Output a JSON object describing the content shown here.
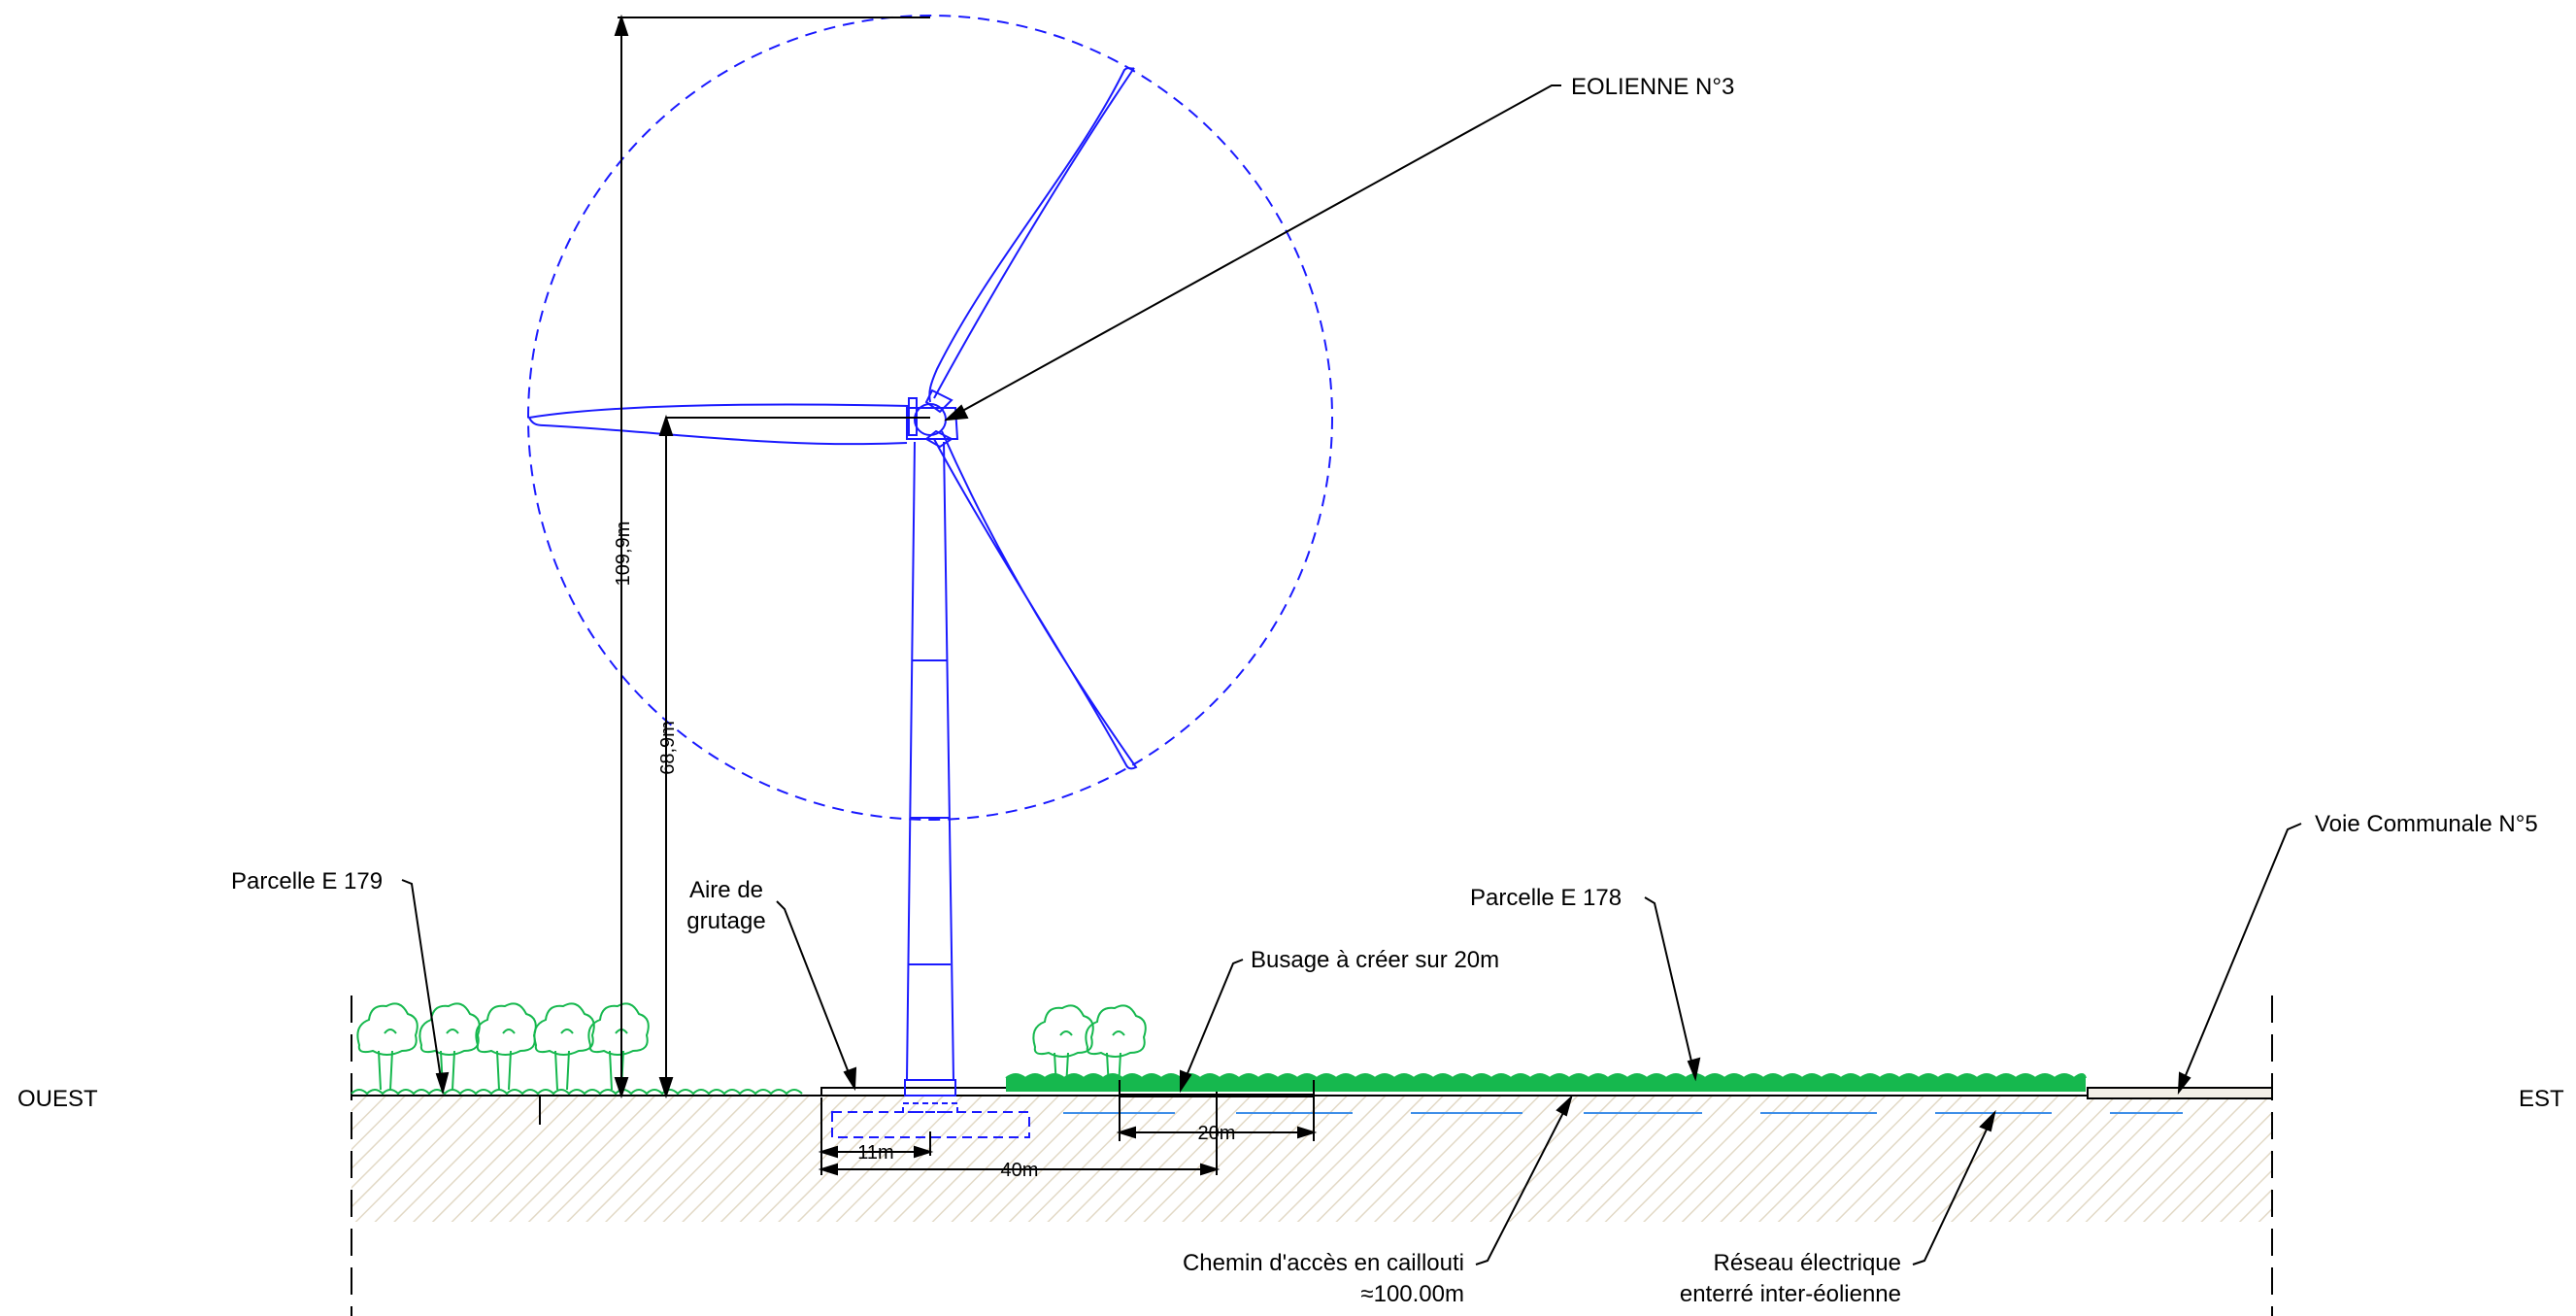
{
  "turbine": {
    "label": "EOLIENNE N°3"
  },
  "labels": {
    "west": "OUEST",
    "east": "EST",
    "parcel_179": "Parcelle E 179",
    "parcel_178": "Parcelle E 178",
    "crane_area_line1": "Aire de",
    "crane_area_line2": "grutage",
    "culvert": "Busage à créer sur 20m",
    "road": "Voie Communale N°5",
    "access_path_line1": "Chemin d'accès en caillouti",
    "access_path_line2": "≈100.00m",
    "grid_line1": "Réseau électrique",
    "grid_line2": "enterré inter-éolienne"
  },
  "dimensions": {
    "total_height": "109,9m",
    "hub_height": "68,9m",
    "foundation": "11m",
    "crane_pad": "40m",
    "culvert": "20m"
  },
  "colors": {
    "turbine": "#1a1aff",
    "vegetation": "#16b84e",
    "cable": "#3f8fe8",
    "hatch": "#e0d6c2",
    "ink": "#000000"
  }
}
